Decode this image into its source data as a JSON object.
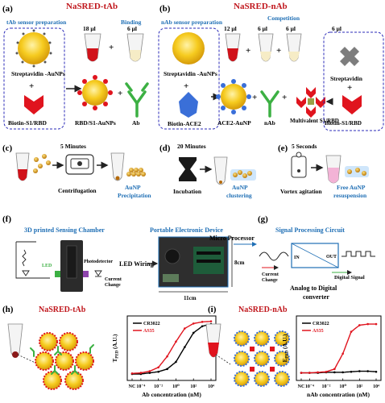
{
  "panels": {
    "a": {
      "letter": "(a)",
      "title": "NaSRED-tAb",
      "prep_label": "tAb sensor preparation",
      "binding_label": "Binding",
      "vol1": "18 μl",
      "vol2": "6 μl",
      "np_label": "Streptavidin -AuNPs",
      "biotin_label": "Biotin-S1/RBD",
      "complex_label": "RBD/S1-AuNPs",
      "ab_label": "Ab"
    },
    "b": {
      "letter": "(b)",
      "title": "NaSRED-nAb",
      "prep_label": "nAb sensor preparation",
      "competition_label": "Competition",
      "vol1": "12 μl",
      "vol2": "6 μl",
      "vol3": "6 μl",
      "vol4": "6 μl",
      "np_label": "Streptavidin -AuNPs",
      "biotin_label": "Biotin-ACE2",
      "ace2_np_label": "ACE2-AuNP",
      "nab_label": "nAb",
      "multivalent_label": "Multivalent S1/RBD",
      "strep_label": "Streptavidin",
      "biotin_s1_label": "Biotin-S1/RBD"
    },
    "c": {
      "letter": "(c)",
      "time": "5 Minutes",
      "step": "Centrifugation",
      "result": "AuNP Precipitation"
    },
    "d": {
      "letter": "(d)",
      "time": "20 Minutes",
      "step": "Incubation",
      "result": "AuNP clustering"
    },
    "e": {
      "letter": "(e)",
      "time": "5 Seconds",
      "step": "Vortex agitation",
      "result": "Free AuNP resuspension"
    },
    "f": {
      "letter": "(f)",
      "chamber_label": "3D printed Sensing Chamber",
      "device_label": "Portable Electronic Device",
      "led_label": "LED",
      "photodetector_label": "Photodetector",
      "current_label": "Current Change",
      "wiring_label": "LED Wiring",
      "width_label": "11cm",
      "height_label": "8cm",
      "micro_label": "Micro Processor"
    },
    "g": {
      "letter": "(g)",
      "title": "Signal Processing Circuit",
      "in_label": "IN",
      "out_label": "OUT",
      "current_label": "Current Change",
      "digital_label": "Digital Signal",
      "converter_label": "Analog to Digital converter"
    },
    "h": {
      "letter": "(h)",
      "title": "NaSRED-tAb"
    },
    "i": {
      "letter": "(i)",
      "title": "NaSRED-nAb"
    }
  },
  "colors": {
    "panel_title": "#c0161c",
    "section_label": "#1f6fb5",
    "gold": "#f2c21a",
    "red": "#e0141e",
    "green": "#3cb043",
    "blue": "#3a6fd8",
    "dashed": "#2b2bb8"
  },
  "chart_data": [
    {
      "type": "line",
      "xlabel": "Ab concentration (nM)",
      "ylabel": "T_PED (A.U.)",
      "x_ticks": [
        "NC",
        "10⁻⁴",
        "10⁻²",
        "10⁰",
        "10²",
        "10⁴"
      ],
      "x_scale": "log",
      "xlim_log10": [
        -5,
        4
      ],
      "ylim": [
        0,
        1
      ],
      "legend_position": "top-left",
      "series": [
        {
          "name": "CR3022",
          "color": "#000000",
          "x_log10": [
            -5,
            -4,
            -3,
            -2,
            -1,
            0,
            1,
            2,
            3,
            4
          ],
          "y": [
            0.03,
            0.03,
            0.05,
            0.07,
            0.12,
            0.25,
            0.52,
            0.78,
            0.9,
            0.94
          ]
        },
        {
          "name": "AS35",
          "color": "#e0141e",
          "x_log10": [
            -5,
            -4,
            -3,
            -2,
            -1,
            0,
            1,
            2,
            3,
            4
          ],
          "y": [
            0.04,
            0.05,
            0.08,
            0.15,
            0.35,
            0.62,
            0.86,
            0.95,
            0.98,
            0.99
          ]
        }
      ]
    },
    {
      "type": "line",
      "xlabel": "nAb concentration (nM)",
      "ylabel": "E_PED (A.U.)",
      "x_ticks": [
        "NC",
        "10⁻⁴",
        "10⁻²",
        "10⁰",
        "10²",
        "10⁴"
      ],
      "x_scale": "log",
      "xlim_log10": [
        -5,
        4
      ],
      "ylim": [
        0,
        1
      ],
      "legend_position": "top-left",
      "series": [
        {
          "name": "CR3022",
          "color": "#000000",
          "x_log10": [
            -5,
            -4,
            -3,
            -2,
            -1,
            0,
            1,
            2,
            3,
            4
          ],
          "y": [
            0.05,
            0.05,
            0.05,
            0.06,
            0.06,
            0.06,
            0.07,
            0.08,
            0.08,
            0.07
          ]
        },
        {
          "name": "AS35",
          "color": "#e0141e",
          "x_log10": [
            -5,
            -4,
            -3,
            -2,
            -1,
            0,
            1,
            2,
            3,
            4
          ],
          "y": [
            0.05,
            0.05,
            0.06,
            0.07,
            0.12,
            0.4,
            0.8,
            0.92,
            0.94,
            0.94
          ]
        }
      ]
    }
  ]
}
